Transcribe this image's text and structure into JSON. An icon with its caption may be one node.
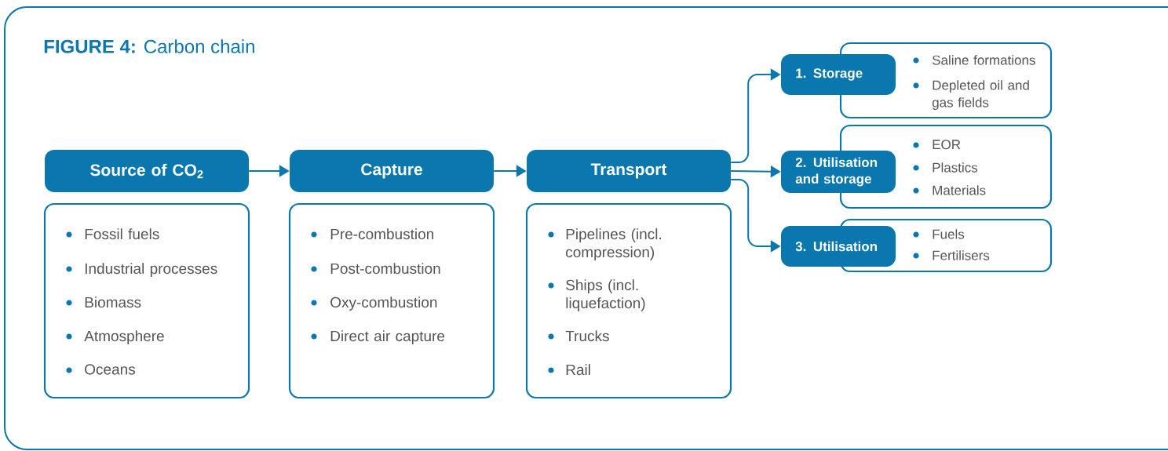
{
  "diagram": {
    "title": "**FIGURE 4:** Carbon chain",
    "nodes": [
      {
        "text": [
          "Source of CO$_{2}$"
        ]
      },
      {
        "text": [
          "Fossil fuels",
          "Industrial processes",
          "Biomass",
          "Atmosphere",
          "Oceans"
        ]
      },
      {
        "text": [
          "Capture"
        ]
      },
      {
        "text": [
          "Pre-combustion",
          "Post-combustion",
          "Oxy-combustion",
          "Direct air capture"
        ]
      },
      {
        "text": [
          "Transport"
        ]
      },
      {
        "text": [
          "Pipelines (incl. compression)",
          "Ships (incl. liquefaction)",
          "Trucks",
          "Rail"
        ]
      },
      {
        "text": [
          "1. Storage"
        ]
      },
      {
        "text": [
          "Saline formations",
          "Depleted oil and gas fields"
        ]
      },
      {
        "text": [
          "2. Utilisation and storage"
        ]
      },
      {
        "text": [
          "EOR",
          "Plastics",
          "Materials"
        ]
      },
      {
        "text": [
          "3. Utilisation"
        ]
      },
      {
        "text": [
          "Fuels",
          "Fertilisers"
        ]
      }
    ],
    "edges": [
      {
        "from": 0,
        "to": 2,
        "arrow": "to"
      },
      {
        "from": 2,
        "to": 4,
        "arrow": "to"
      },
      {
        "from": 4,
        "to": 6,
        "arrow": "to"
      },
      {
        "from": 4,
        "to": 8,
        "arrow": "to"
      },
      {
        "from": 4,
        "to": 10,
        "arrow": "to"
      }
    ]
  }
}
